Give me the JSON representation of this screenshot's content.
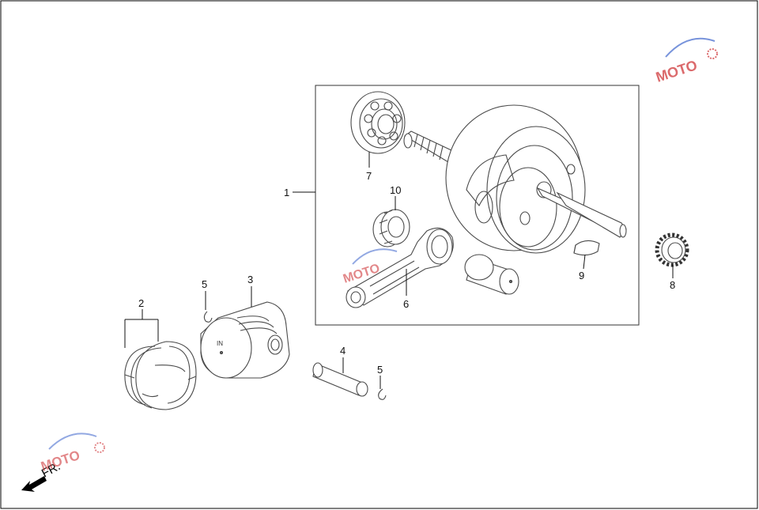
{
  "callouts": {
    "p1": "1",
    "p2": "2",
    "p3": "3",
    "p4": "4",
    "p5a": "5",
    "p5b": "5",
    "p6": "6",
    "p7": "7",
    "p8": "8",
    "p9": "9",
    "p10": "10"
  },
  "piston_mark": "IN",
  "direction_label": "FR.",
  "watermark_text": "MOTO",
  "colors": {
    "line": "#4a4a4a",
    "watermark_red": "#d0393b",
    "watermark_blue": "#4a6fd0"
  }
}
